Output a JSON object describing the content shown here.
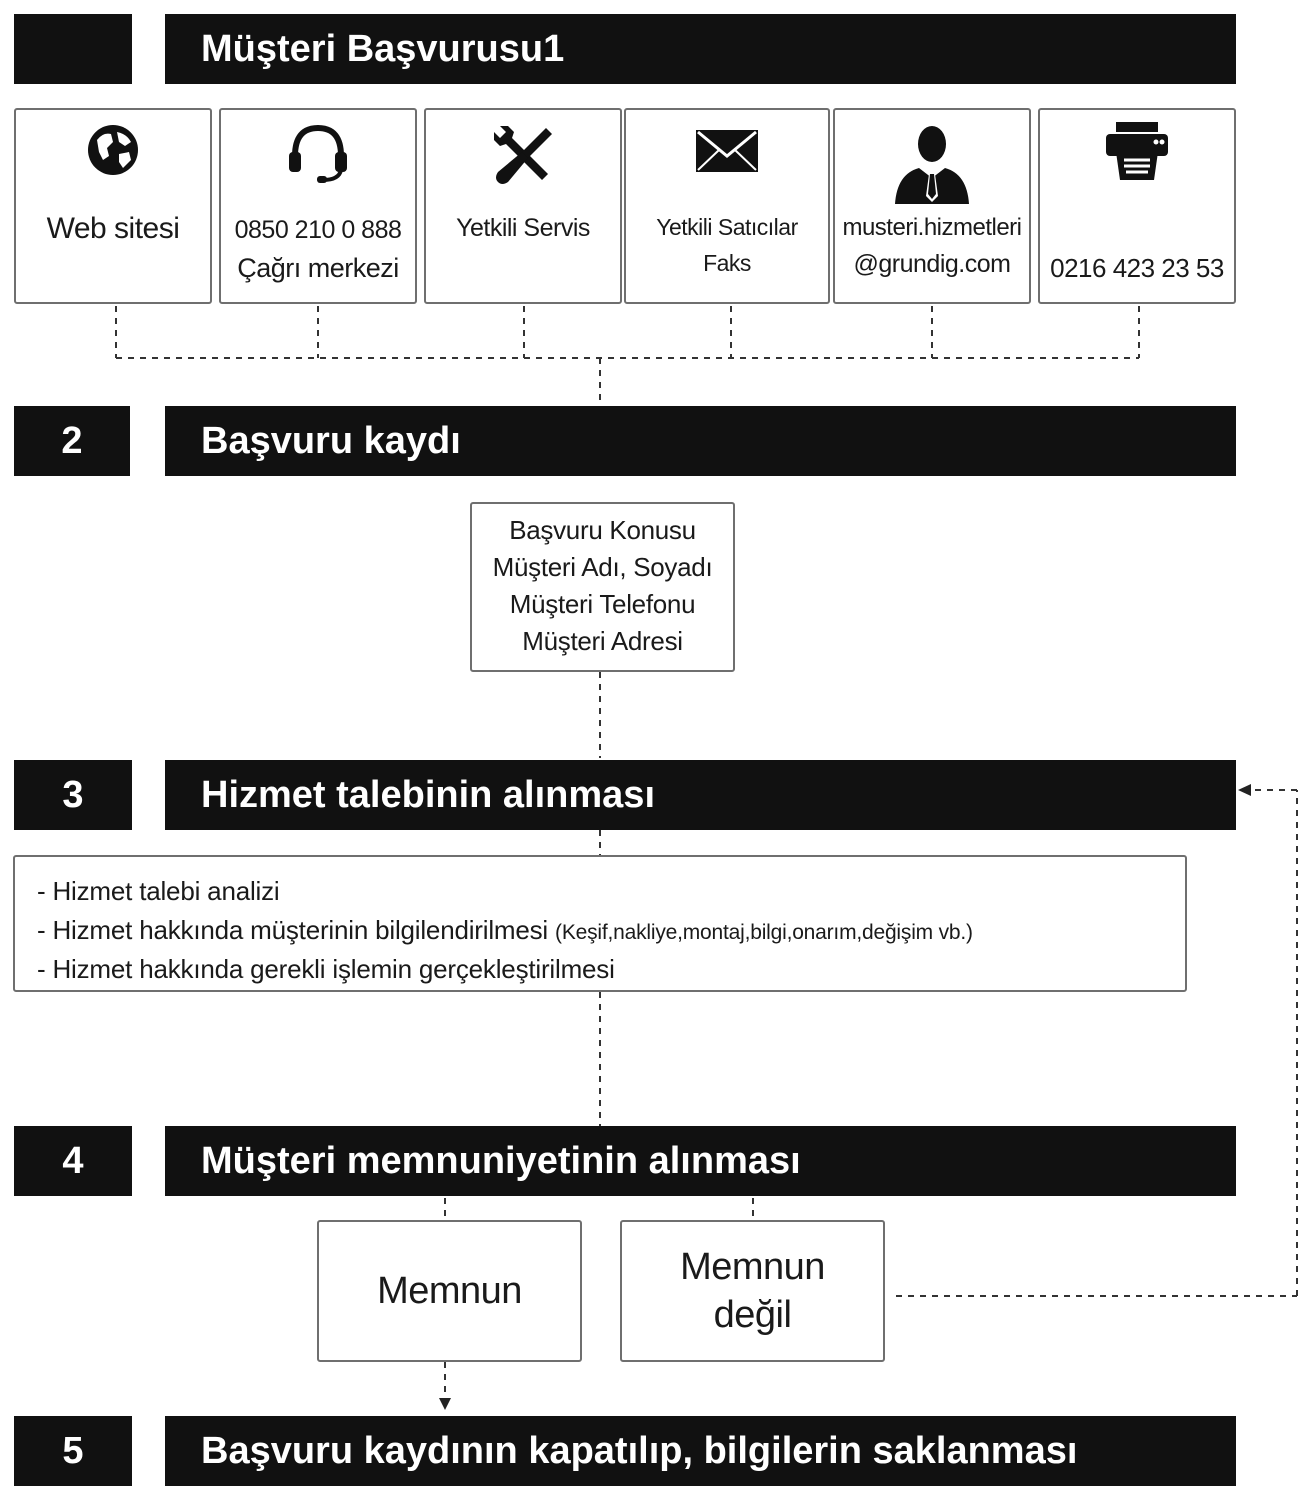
{
  "steps": [
    {
      "number": "",
      "title": "Müşteri Başvurusu1"
    },
    {
      "number": "2",
      "title": "Başvuru kaydı"
    },
    {
      "number": "3",
      "title": "Hizmet talebinin alınması"
    },
    {
      "number": "4",
      "title": "Müşteri memnuniyetinin alınması"
    },
    {
      "number": "5",
      "title": "Başvuru kaydının kapatılıp, bilgilerin saklanması"
    }
  ],
  "channels": [
    {
      "icon": "globe-icon",
      "line1": "Web sitesi",
      "line2": ""
    },
    {
      "icon": "headset-icon",
      "line1": "0850 210 0 888",
      "line2": "Çağrı merkezi"
    },
    {
      "icon": "tools-icon",
      "line1": "Yetkili Servis",
      "line2": ""
    },
    {
      "icon": "envelope-icon",
      "line1": "Yetkili Satıcılar",
      "line2": "Faks"
    },
    {
      "icon": "person-icon",
      "line1": "musteri.hizmetleri",
      "line2": "@grundig.com"
    },
    {
      "icon": "fax-icon",
      "line1": "",
      "line2": "0216 423 23 53"
    }
  ],
  "registration_fields": [
    "Başvuru Konusu",
    "Müşteri Adı, Soyadı",
    "Müşteri Telefonu",
    "Müşteri Adresi"
  ],
  "service_tasks": [
    {
      "text": "- Hizmet talebi analizi",
      "note": ""
    },
    {
      "text": "- Hizmet hakkında müşterinin bilgilendirilmesi",
      "note": "(Keşif,nakliye,montaj,bilgi,onarım,değişim vb.)"
    },
    {
      "text": "- Hizmet hakkında gerekli işlemin gerçekleştirilmesi",
      "note": ""
    }
  ],
  "outcomes": {
    "satisfied": "Memnun",
    "not_satisfied_1": "Memnun",
    "not_satisfied_2": "değil"
  }
}
